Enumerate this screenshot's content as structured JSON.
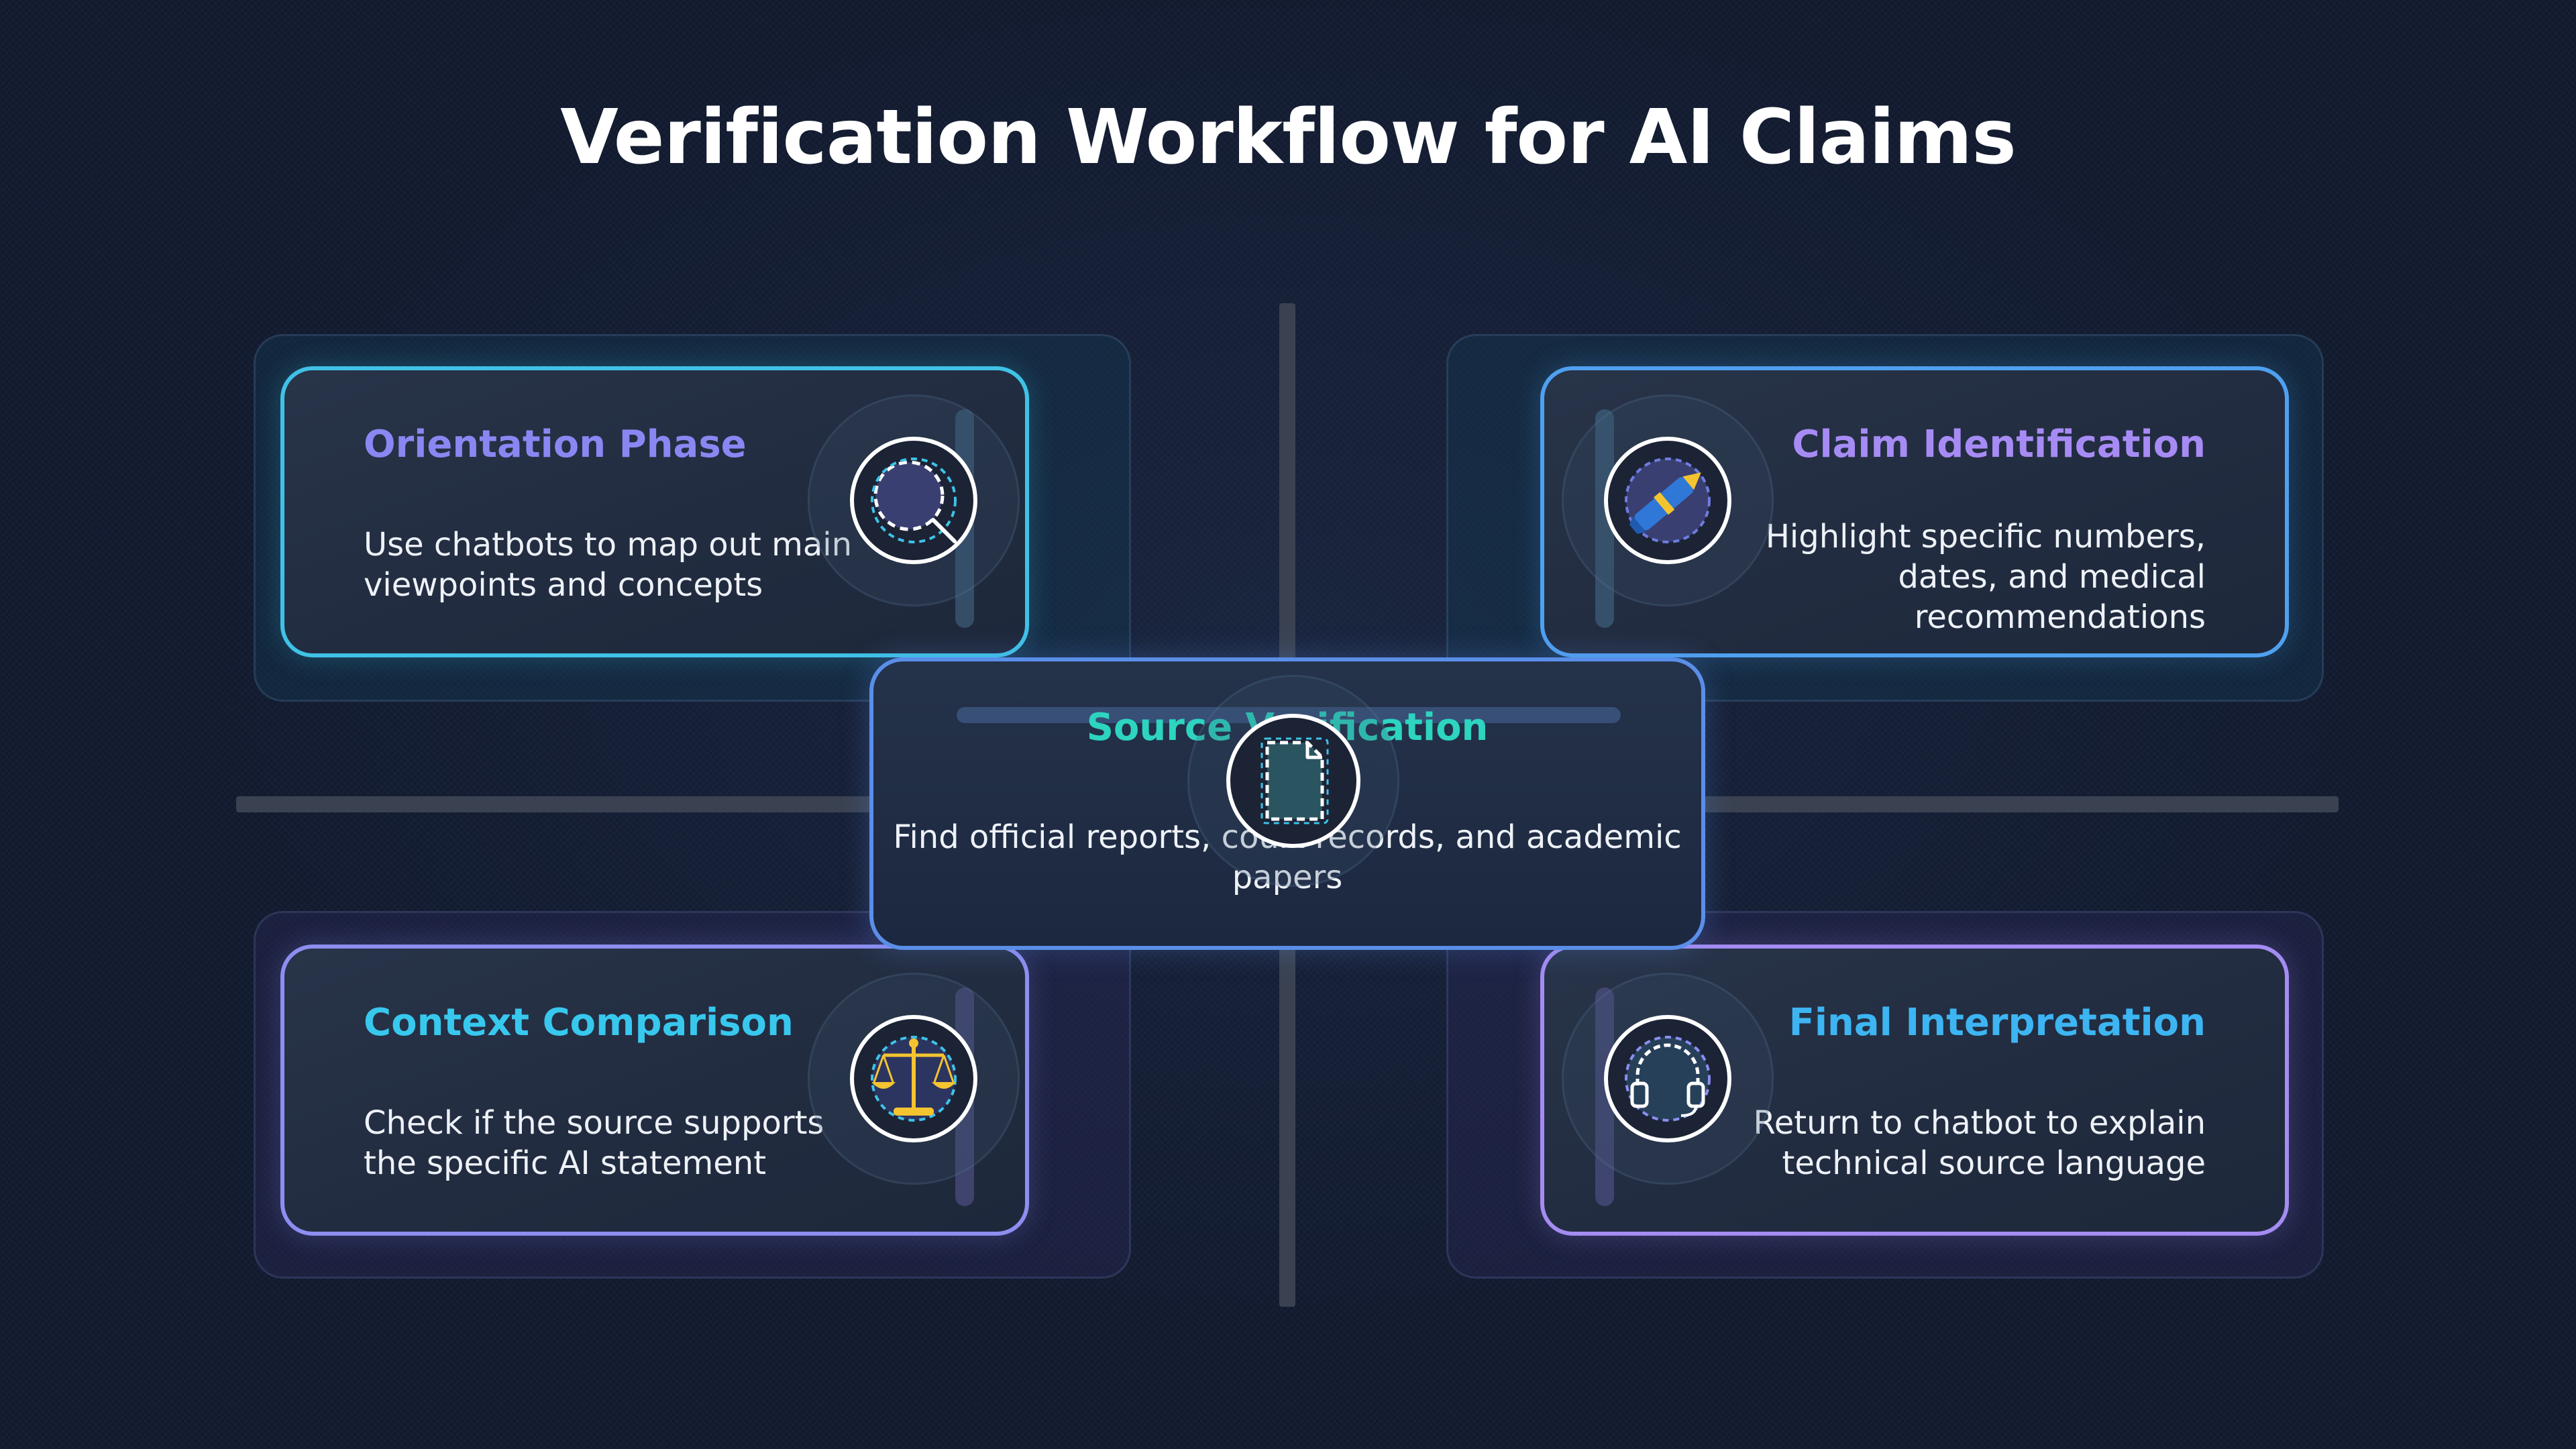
{
  "title": "Verification Workflow for AI Claims",
  "steps": {
    "orientation": {
      "title": "Orientation Phase",
      "desc": "Use chatbots to map out main viewpoints and concepts",
      "title_color": "#8a87f2",
      "icon": "magnifier-icon"
    },
    "claim": {
      "title": "Claim Identification",
      "desc": "Highlight specific numbers, dates, and medical recommendations",
      "title_color": "#a78bf5",
      "icon": "highlighter-icon"
    },
    "source": {
      "title": "Source Verification",
      "desc": "Find official reports, court records, and academic papers",
      "title_color": "#2dd4bf",
      "icon": "document-icon"
    },
    "context": {
      "title": "Context Comparison",
      "desc": "Check if the source supports the specific AI statement",
      "title_color": "#38c8ee",
      "icon": "scales-icon"
    },
    "final": {
      "title": "Final Interpretation",
      "desc": "Return to chatbot to explain technical source language",
      "title_color": "#3db5f2",
      "icon": "headset-icon"
    }
  },
  "colors": {
    "background": "#111a2e",
    "cyan_border": "#3fc2e6",
    "blue_border": "#4fa0ef",
    "violet_border": "#8d8ef0",
    "purple_border": "#a48cf2",
    "center_border": "#5a8ee8"
  }
}
